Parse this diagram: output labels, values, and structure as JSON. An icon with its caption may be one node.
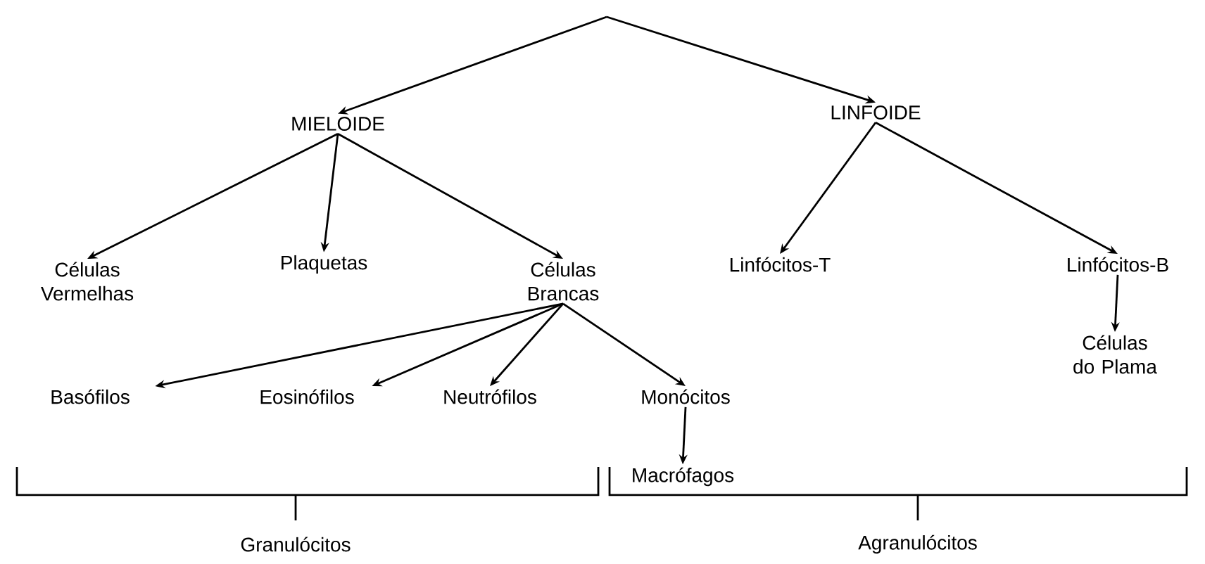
{
  "diagram": {
    "nodes": [
      {
        "text": [
          "MIELOIDE"
        ]
      },
      {
        "text": [
          "LINFOIDE"
        ]
      },
      {
        "text": [
          "Células Vermelhas"
        ]
      },
      {
        "text": [
          "Plaquetas"
        ]
      },
      {
        "text": [
          "Células Brancas"
        ]
      },
      {
        "text": [
          "Linfócitos-T"
        ]
      },
      {
        "text": [
          "Linfócitos-B"
        ]
      },
      {
        "text": [
          "Células do Plama"
        ]
      },
      {
        "text": [
          "Basófilos"
        ]
      },
      {
        "text": [
          "Eosinófilos"
        ]
      },
      {
        "text": [
          "Neutrófilos"
        ]
      },
      {
        "text": [
          "Monócitos"
        ]
      },
      {
        "text": [
          "Macrófagos"
        ]
      }
    ],
    "edges": [
      {
        "from": null,
        "to": 0,
        "arrow": "to"
      },
      {
        "from": null,
        "to": 1,
        "arrow": "to"
      },
      {
        "from": 0,
        "to": 2,
        "arrow": "to"
      },
      {
        "from": 0,
        "to": 3,
        "arrow": "to"
      },
      {
        "from": 0,
        "to": 4,
        "arrow": "to"
      },
      {
        "from": 1,
        "to": 5,
        "arrow": "to"
      },
      {
        "from": 1,
        "to": 6,
        "arrow": "to"
      },
      {
        "from": 6,
        "to": 7,
        "arrow": "to"
      },
      {
        "from": 4,
        "to": 8,
        "arrow": "to"
      },
      {
        "from": 4,
        "to": 9,
        "arrow": "to"
      },
      {
        "from": 4,
        "to": 10,
        "arrow": "to"
      },
      {
        "from": 4,
        "to": 11,
        "arrow": "to"
      },
      {
        "from": 11,
        "to": 12,
        "arrow": "to"
      }
    ],
    "labels": [
      "Granulócitos",
      "Agranulócitos"
    ]
  }
}
